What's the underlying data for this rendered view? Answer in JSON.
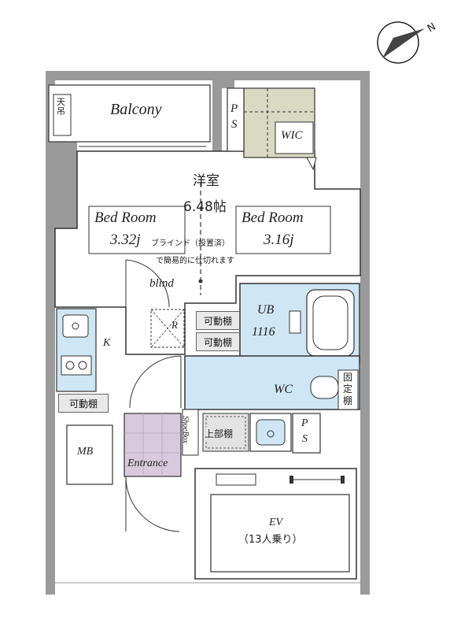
{
  "compass_label": "N",
  "rooms": {
    "balcony": "Balcony",
    "western_room": "洋室",
    "western_room_size": "6.48帖",
    "bedroom_left": "Bed Room",
    "bedroom_left_size": "3.32j",
    "bedroom_right": "Bed Room",
    "bedroom_right_size": "3.16j",
    "blind_note_1": "ブラインド（設置済）",
    "blind_note_2": "で簡易的に仕切れます",
    "blind": "blind",
    "refrigerator_mark": "R",
    "kitchen": "K",
    "unit_bath": "UB",
    "unit_bath_size": "1116",
    "wc": "WC",
    "mb": "MB",
    "entrance": "Entrance",
    "shoebox": "ShoeBox",
    "ev": "EV",
    "ev_capacity": "（13人乗り）",
    "wic": "WIC",
    "ps_top_1": "P",
    "ps_top_2": "S",
    "ps_bottom_1": "P",
    "ps_bottom_2": "S",
    "ceiling_hanger": "天吊",
    "movable_shelf_1": "可動棚",
    "movable_shelf_2": "可動棚",
    "movable_shelf_3": "可動棚",
    "fixed_shelf": "固定棚",
    "upper_shelf": "上部棚"
  },
  "colors": {
    "wall": "#9a9a9a",
    "bath": "#cfe6f4",
    "entrance_floor": "#d8c9dc",
    "wic_floor": "#d9d9c4",
    "line": "#333333"
  }
}
